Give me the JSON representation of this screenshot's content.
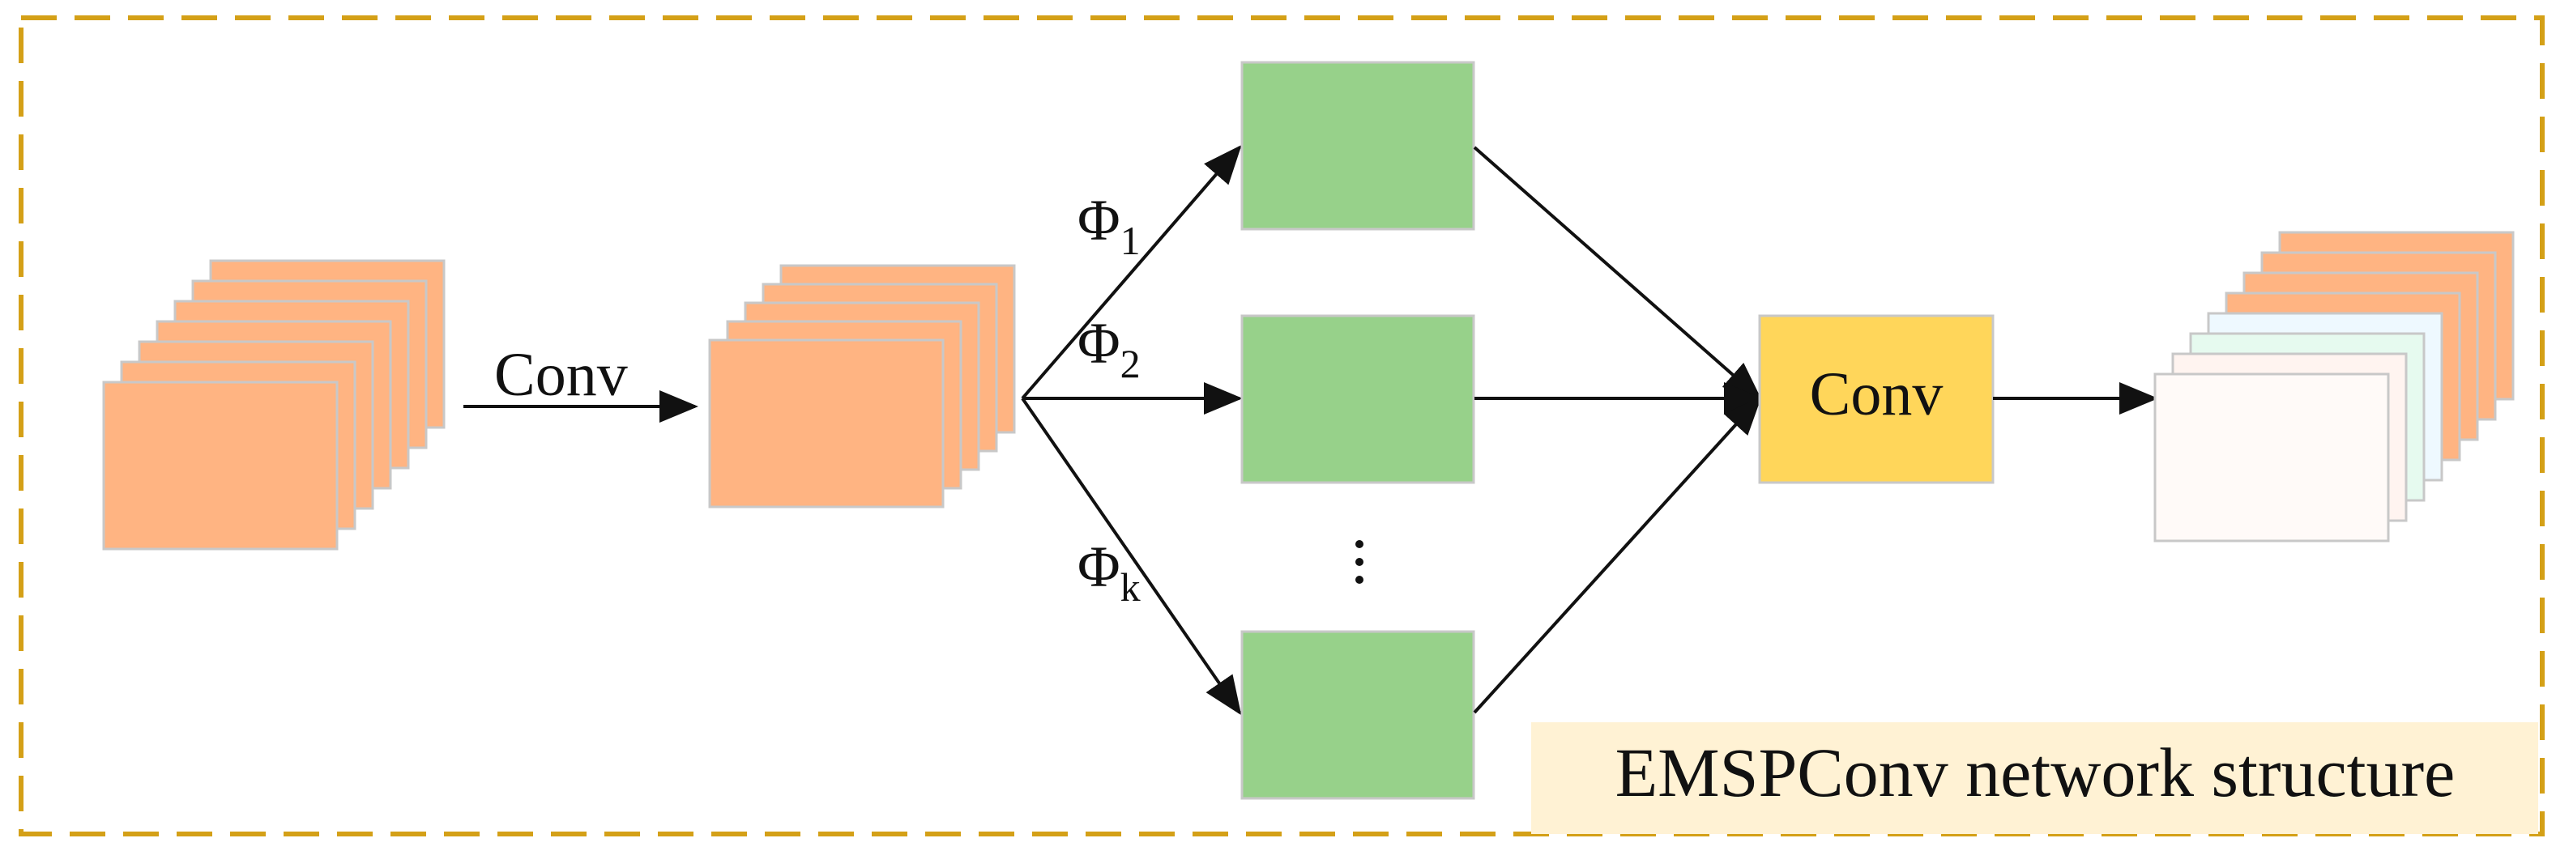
{
  "diagram": {
    "first_conv_label": "Conv",
    "branches": [
      {
        "symbol": "Φ",
        "subscript": "1"
      },
      {
        "symbol": "Φ",
        "subscript": "2"
      },
      {
        "symbol": "Φ",
        "subscript": "k"
      }
    ],
    "ellipsis": "⋮",
    "fusion_conv_label": "Conv",
    "caption": "EMSPConv network structure"
  },
  "colors": {
    "border": "#D4A017",
    "feature_orange": "#FFB482",
    "branch_green": "#97D18A",
    "conv_yellow": "#FFD65A",
    "caption_bg": "#FFF2D4",
    "output_mint": "#E6FAEF",
    "output_ice": "#EEF9FF",
    "output_blush": "#FFF4F0"
  }
}
